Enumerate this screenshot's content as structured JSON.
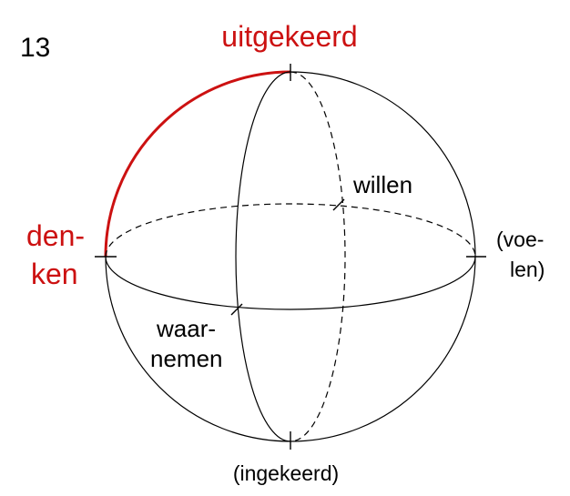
{
  "figure_number": "13",
  "labels": {
    "top": "uitgekeerd",
    "left_line1": "den-",
    "left_line2": "ken",
    "right_line1": "(voe-",
    "right_line2": "len)",
    "willen": "willen",
    "waar_line1": "waar-",
    "waar_line2": "nemen",
    "bottom": "(ingekeerd)"
  },
  "colors": {
    "highlight": "#cc1111",
    "line": "#000000"
  }
}
